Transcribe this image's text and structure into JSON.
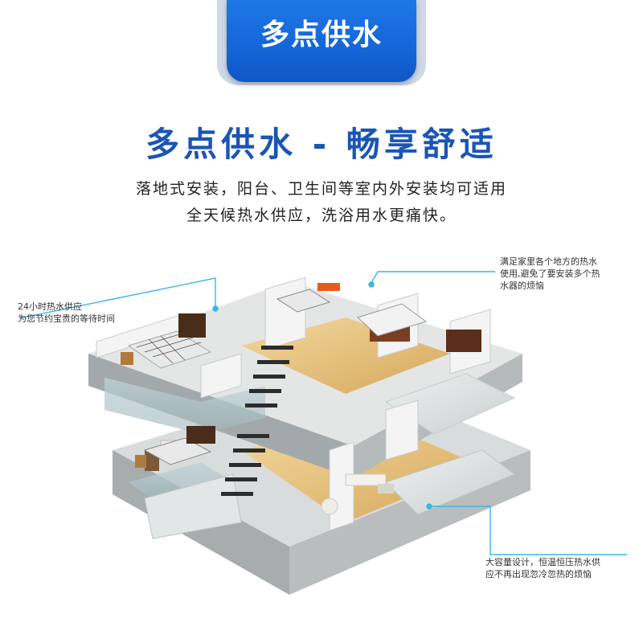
{
  "banner": {
    "title": "多点供水"
  },
  "headline": "多点供水 - 畅享舒适",
  "subtitle": [
    "落地式安装，阳台、卫生间等室内外安装均可适用",
    "全天候热水供应，洗浴用水更痛快。"
  ],
  "callouts": {
    "left": {
      "lines": [
        "24小时热水供应",
        "为您节约宝贵的等待时间"
      ]
    },
    "top_right": {
      "lines": [
        "满足家里各个地方的热水",
        "使用,避免了要安装多个热",
        "水器的烦恼"
      ]
    },
    "bottom_right": {
      "lines": [
        "大容量设计，恒温恒压热水供",
        "应不再出现忽冷忽热的烦恼"
      ]
    }
  },
  "colors": {
    "banner_blue": "#1565d8",
    "headline_blue": "#1b55b4",
    "callout_line": "#39b6e6"
  }
}
